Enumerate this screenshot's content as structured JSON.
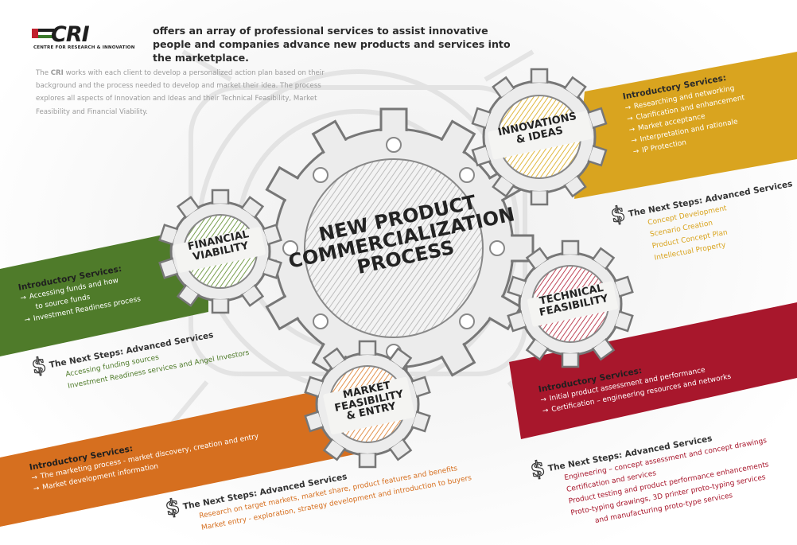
{
  "brand": {
    "logo_text": "CRI",
    "logo_subtitle": "CENTRE FOR RESEARCH & INNOVATION",
    "tagline": "offers an array of professional services to assist innovative people and companies advance new products and services into the marketplace."
  },
  "intro": {
    "strong": "CRI",
    "lead": "The ",
    "text": " works with each client to develop a personalized action plan based on their background and the process needed to develop and market their idea. The process explores all aspects of Innovation and Ideas and their Technical Feasibility, Market Feasibility and Financial Viability."
  },
  "center": {
    "line1": "NEW PRODUCT",
    "line2": "COMMERCIALIZATION",
    "line3": "PROCESS"
  },
  "gears": {
    "innovations": {
      "line1": "INNOVATIONS",
      "line2": "& IDEAS"
    },
    "financial": {
      "line1": "FINANCIAL",
      "line2": "VIABILITY"
    },
    "technical": {
      "line1": "TECHNICAL",
      "line2": "FEASIBILITY"
    },
    "market": {
      "line1": "MARKET",
      "line2": "FEASIBILITY",
      "line3": "& ENTRY"
    }
  },
  "sections": {
    "innovations": {
      "color": "#d9a41f",
      "intro_title": "Introductory Services:",
      "intro_items": [
        "Researching and networking",
        "Clarification and enhancement",
        "Market acceptance",
        "Interpretation and rationale",
        "IP Protection"
      ],
      "next_title": "The Next Steps: Advanced Services",
      "next_items": [
        "Concept Development",
        "Scenario Creation",
        "Product Concept Plan",
        "Intellectual Property"
      ]
    },
    "financial": {
      "color": "#4f7b2a",
      "intro_title": "Introductory Services:",
      "intro_items": [
        "Accessing funds and how",
        "to source funds",
        "Investment Readiness process"
      ],
      "next_title": "The Next Steps: Advanced Services",
      "next_items": [
        "Accessing funding sources",
        "Investment Readiness services and Angel Investors"
      ]
    },
    "technical": {
      "color": "#a8172c",
      "intro_title": "Introductory Services:",
      "intro_items": [
        "Initial product assessment and performance",
        "Certification – engineering resources and networks"
      ],
      "next_title": "The Next Steps: Advanced Services",
      "next_items": [
        "Engineering – concept assessment and concept drawings",
        "Certification and services",
        "Product testing and product performance enhancements",
        "Proto-typing drawings, 3D printer proto-typing services",
        "and manufacturing proto-type services"
      ]
    },
    "market": {
      "color": "#d66f1f",
      "intro_title": "Introductory Services:",
      "intro_items": [
        "The marketing process - market discovery, creation and entry",
        "Market development information"
      ],
      "next_title": "The Next Steps: Advanced Services",
      "next_items": [
        "Research on target markets, market share, product features and benefits",
        "Market entry - exploration, strategy development and introduction to buyers"
      ]
    }
  },
  "icons": {
    "arrow": "→",
    "dollar": "$"
  }
}
